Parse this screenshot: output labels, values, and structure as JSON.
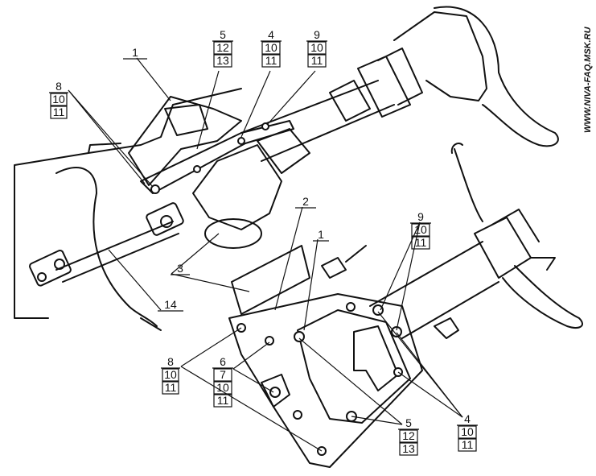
{
  "watermark": "WWW.NIVA-FAQ.MSK.RU",
  "callouts": [
    {
      "lines": [
        "1"
      ]
    },
    {
      "lines": [
        "5",
        "12",
        "13"
      ]
    },
    {
      "lines": [
        "4",
        "10",
        "11"
      ]
    },
    {
      "lines": [
        "9",
        "10",
        "11"
      ]
    },
    {
      "lines": [
        "8",
        "10",
        "11"
      ]
    },
    {
      "lines": [
        "2"
      ]
    },
    {
      "lines": [
        "3"
      ]
    },
    {
      "lines": [
        "14"
      ]
    },
    {
      "lines": [
        "1"
      ]
    },
    {
      "lines": [
        "9",
        "10",
        "11"
      ]
    },
    {
      "lines": [
        "8",
        "10",
        "11"
      ]
    },
    {
      "lines": [
        "6",
        "7",
        "10",
        "11"
      ]
    },
    {
      "lines": [
        "5",
        "12",
        "13"
      ]
    },
    {
      "lines": [
        "4",
        "10",
        "11"
      ]
    }
  ]
}
